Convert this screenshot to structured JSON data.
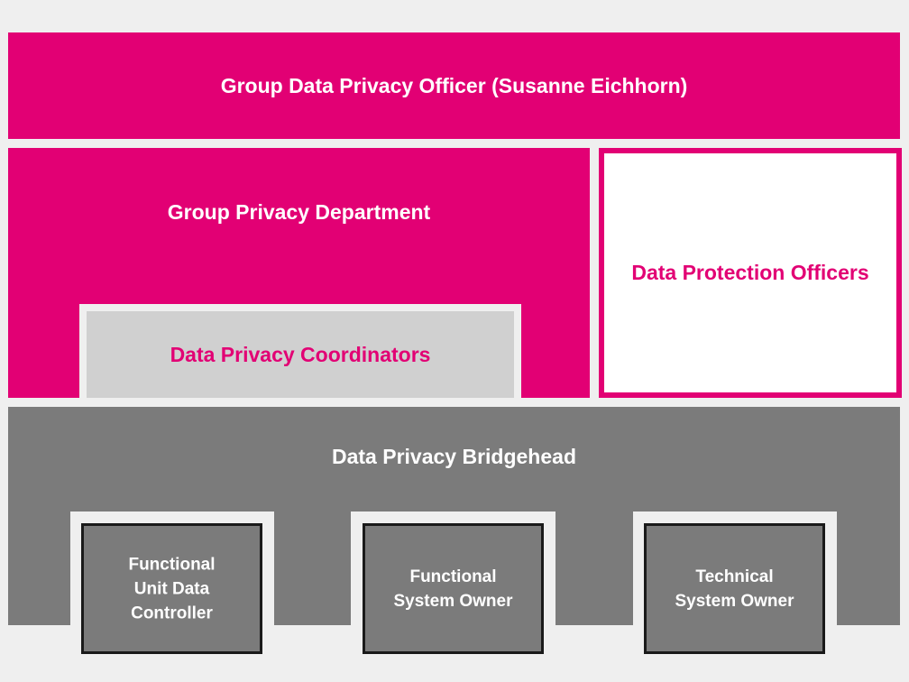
{
  "colors": {
    "magenta": "#e20074",
    "gray": "#7b7b7b",
    "light_gray": "#d0d0d0",
    "background": "#efefef"
  },
  "top": {
    "label": "Group Data Privacy Officer (Susanne Eichhorn)"
  },
  "department": {
    "label": "Group Privacy Department"
  },
  "coordinators": {
    "label": "Data Privacy Coordinators"
  },
  "officers": {
    "label": "Data Protection Officers"
  },
  "bridgehead": {
    "label": "Data Privacy Bridgehead",
    "roles": [
      {
        "line1": "Functional",
        "line2": "Unit Data",
        "line3": "Controller"
      },
      {
        "line1": "Functional",
        "line2": "System Owner"
      },
      {
        "line1": "Technical",
        "line2": "System Owner"
      }
    ]
  }
}
